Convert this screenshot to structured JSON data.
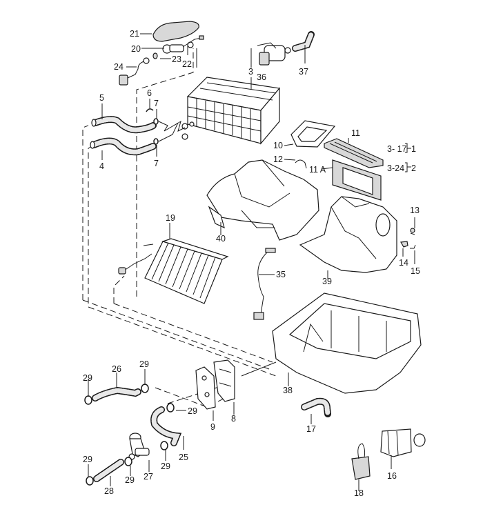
{
  "diagram": {
    "title": "Heater / air-conditioning unit exploded parts view",
    "callouts": {
      "c1": "1",
      "c2": "2",
      "c3": "3",
      "c4": "4",
      "c5": "5",
      "c6": "6",
      "c7a": "7",
      "c7b": "7",
      "c8": "8",
      "c9": "9",
      "c10": "10",
      "c11": "11",
      "c11a": "11 A",
      "c12": "12",
      "c13": "13",
      "c14": "14",
      "c15": "15",
      "c16": "16",
      "c17": "17",
      "c18": "18",
      "c19": "19",
      "c20": "20",
      "c21": "21",
      "c22": "22",
      "c23": "23",
      "c24": "24",
      "c25": "25",
      "c26": "26",
      "c27": "27",
      "c28": "28",
      "c29a": "29",
      "c29b": "29",
      "c29c": "29",
      "c29d": "29",
      "c29e": "29",
      "c29f": "29",
      "c35": "35",
      "c36": "36",
      "c37": "37",
      "c38": "38",
      "c39": "39",
      "c40": "40"
    },
    "kit_notes": [
      {
        "range": "3- 17",
        "kit": "1"
      },
      {
        "range": "3-24",
        "kit": "2"
      }
    ],
    "colors": {
      "line": "#1a1a1a",
      "background": "#ffffff"
    }
  }
}
